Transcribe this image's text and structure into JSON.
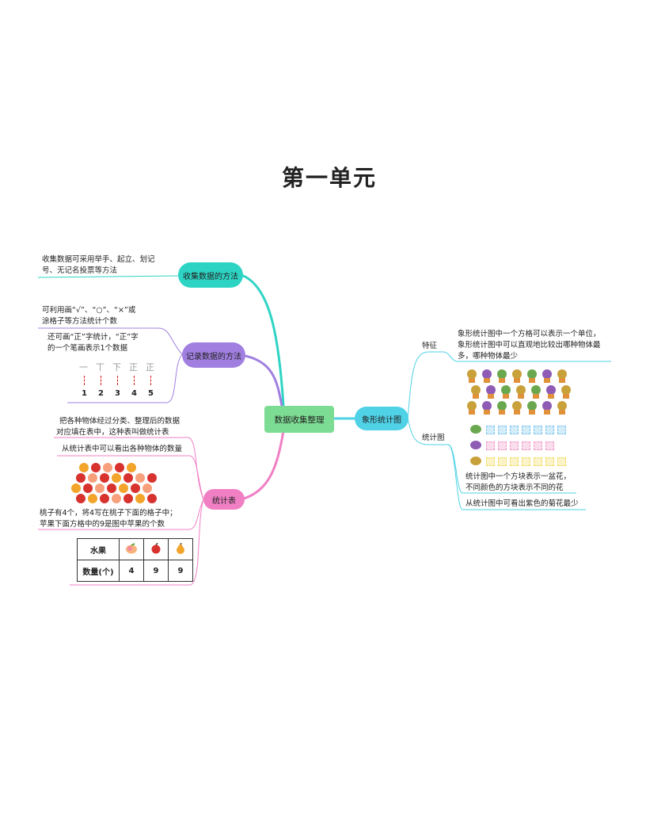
{
  "title": "第一单元",
  "center": "数据收集整理",
  "branches": {
    "collect": {
      "label": "收集数据的方法",
      "lines": [
        "收集数据可采用举手、起立、划记",
        "号、无记名投票等方法"
      ]
    },
    "record": {
      "label": "记录数据的方法",
      "note_lines": [
        "可利用画“√”、“○”、“×”或",
        "涂格子等方法统计个数"
      ],
      "zheng_lines": [
        "还可画“正”字统计，“正”字",
        "的一个笔画表示1个数据"
      ],
      "tally_glyphs": [
        "一",
        "丅",
        "下",
        "正",
        "正"
      ],
      "tally_numbers": [
        "1",
        "2",
        "3",
        "4",
        "5"
      ]
    },
    "table": {
      "label": "统计表",
      "def_lines": [
        "把各种物体经过分类、整理后的数据",
        "对应填在表中，这种表叫做统计表"
      ],
      "count_note": "从统计表中可以看出各种物体的数量",
      "fruit_lines": [
        "桃子有4个，将4写在桃子下面的格子中；",
        "苹果下面方格中的9是图中苹果的个数"
      ],
      "table_header": "水果",
      "table_row_label": "数量(个)",
      "table_values": [
        "4",
        "9",
        "9"
      ]
    },
    "pictograph": {
      "label": "象形统计图",
      "feature_label": "特征",
      "feature_lines": [
        "象形统计图中一个方格可以表示一个单位，",
        "象形统计图中可以直观地比较出哪种物体最",
        "多，哪种物体最少"
      ],
      "chart_label": "统计图",
      "chart_lines": [
        "统计图中一个方块表示一盆花，",
        "不同颜色的方块表示不同的花"
      ],
      "least_note": "从统计图中可看出紫色的菊花最少"
    }
  },
  "colors": {
    "center": "#7ddc93",
    "collect": "#2dd4c4",
    "record": "#a07fe0",
    "table": "#f07fc4",
    "pictograph": "#4fd1e6"
  },
  "chart_rows": [
    {
      "flower": "green",
      "color": "#7fc9ee",
      "count": 7
    },
    {
      "flower": "purple",
      "color": "#f29ccb",
      "count": 6
    },
    {
      "flower": "yellow",
      "color": "#f2dc5e",
      "count": 7
    }
  ]
}
